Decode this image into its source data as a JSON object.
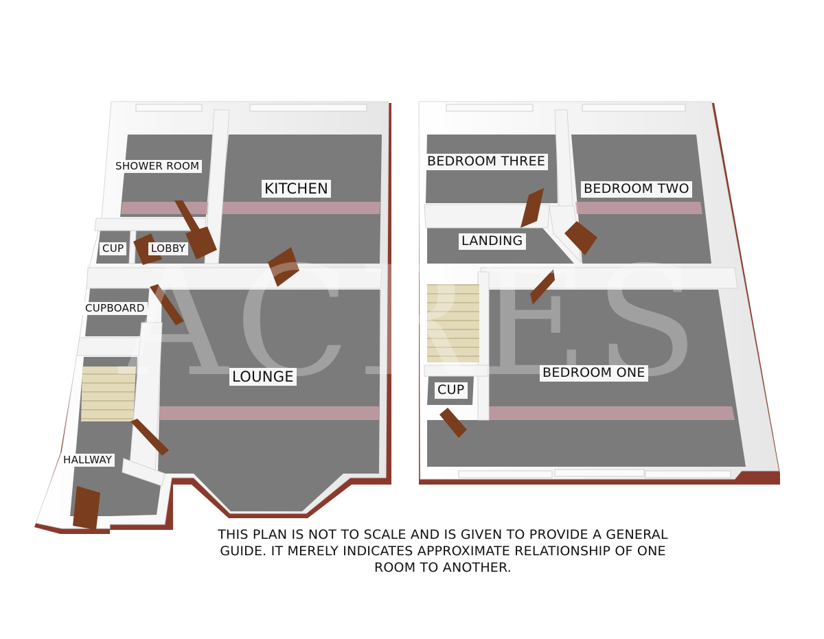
{
  "rooms": {
    "shower_room": "SHOWER ROOM",
    "kitchen": "KITCHEN",
    "cup_ground": "CUP",
    "lobby": "LOBBY",
    "cupboard": "CUPBOARD",
    "lounge": "LOUNGE",
    "hallway": "HALLWAY",
    "bedroom_three": "BEDROOM THREE",
    "bedroom_two": "BEDROOM TWO",
    "landing": "LANDING",
    "cup_first": "CUP",
    "bedroom_one": "BEDROOM ONE"
  },
  "watermark": "ACRES",
  "disclaimer": {
    "line1": "THIS PLAN IS NOT TO SCALE AND IS GIVEN TO PROVIDE A GENERAL",
    "line2": "GUIDE. IT MERELY INDICATES APPROXIMATE RELATIONSHIP OF ONE",
    "line3": "ROOM TO ANOTHER."
  },
  "colors": {
    "floor": "#7b7b7b",
    "wall_top": "#ffffff",
    "wall_side": "#e4e4e4",
    "brick": "#8a3a2c",
    "door": "#7a3d1e",
    "stairs": "#e0d8b8"
  }
}
